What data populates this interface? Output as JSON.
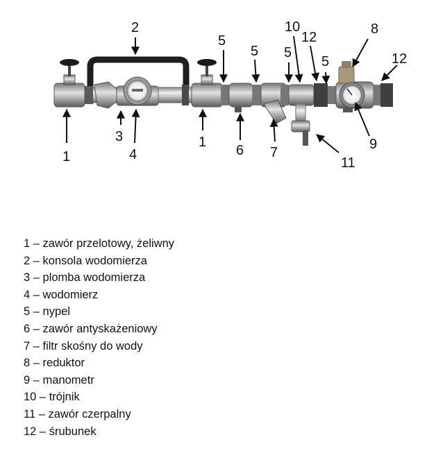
{
  "callouts": {
    "c1a": "1",
    "c1b": "1",
    "c2": "2",
    "c3": "3",
    "c4": "4",
    "c5a": "5",
    "c5b": "5",
    "c5c": "5",
    "c5d": "5",
    "c6": "6",
    "c7": "7",
    "c8": "8",
    "c9": "9",
    "c10": "10",
    "c11": "11",
    "c12a": "12",
    "c12b": "12"
  },
  "legend": [
    "1 – zawór przelotowy, żeliwny",
    "2 – konsola wodomierza",
    "3 – plomba wodomierza",
    "4 – wodomierz",
    "5 – nypel",
    "6 – zawór antyskażeniowy",
    "7 – filtr skośny do wody",
    "8 – reduktor",
    "9 – manometr",
    "10 – trójnik",
    "11 – zawór czerpalny",
    "12 – śrubunek"
  ],
  "colors": {
    "metal": "#bdbdbd",
    "metal_dark": "#6d6d6d",
    "bracket": "#1e1e1e",
    "brass": "#a89a78"
  }
}
